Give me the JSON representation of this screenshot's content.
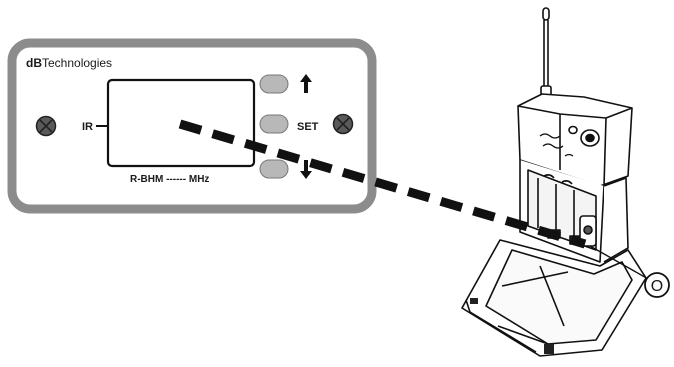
{
  "panel": {
    "brand_prefix": "dB",
    "brand_suffix": "Technologies",
    "ir_label": "IR",
    "set_label": "SET",
    "model_label": "R-BHM ------ MHz",
    "icons": [
      "screw-icon",
      "arrow-up-icon",
      "arrow-down-icon"
    ],
    "colors": {
      "bezel": "#8c8c8c",
      "button": "#b8b8b8",
      "line": "#111111",
      "screw": "#5a5a5a"
    }
  },
  "callout": {
    "marker": "O",
    "line_style": "dashed"
  },
  "device": {
    "icons": [
      "antenna-icon",
      "power-knob-icon",
      "battery-compartment-icon",
      "ir-sensor-icon"
    ]
  }
}
